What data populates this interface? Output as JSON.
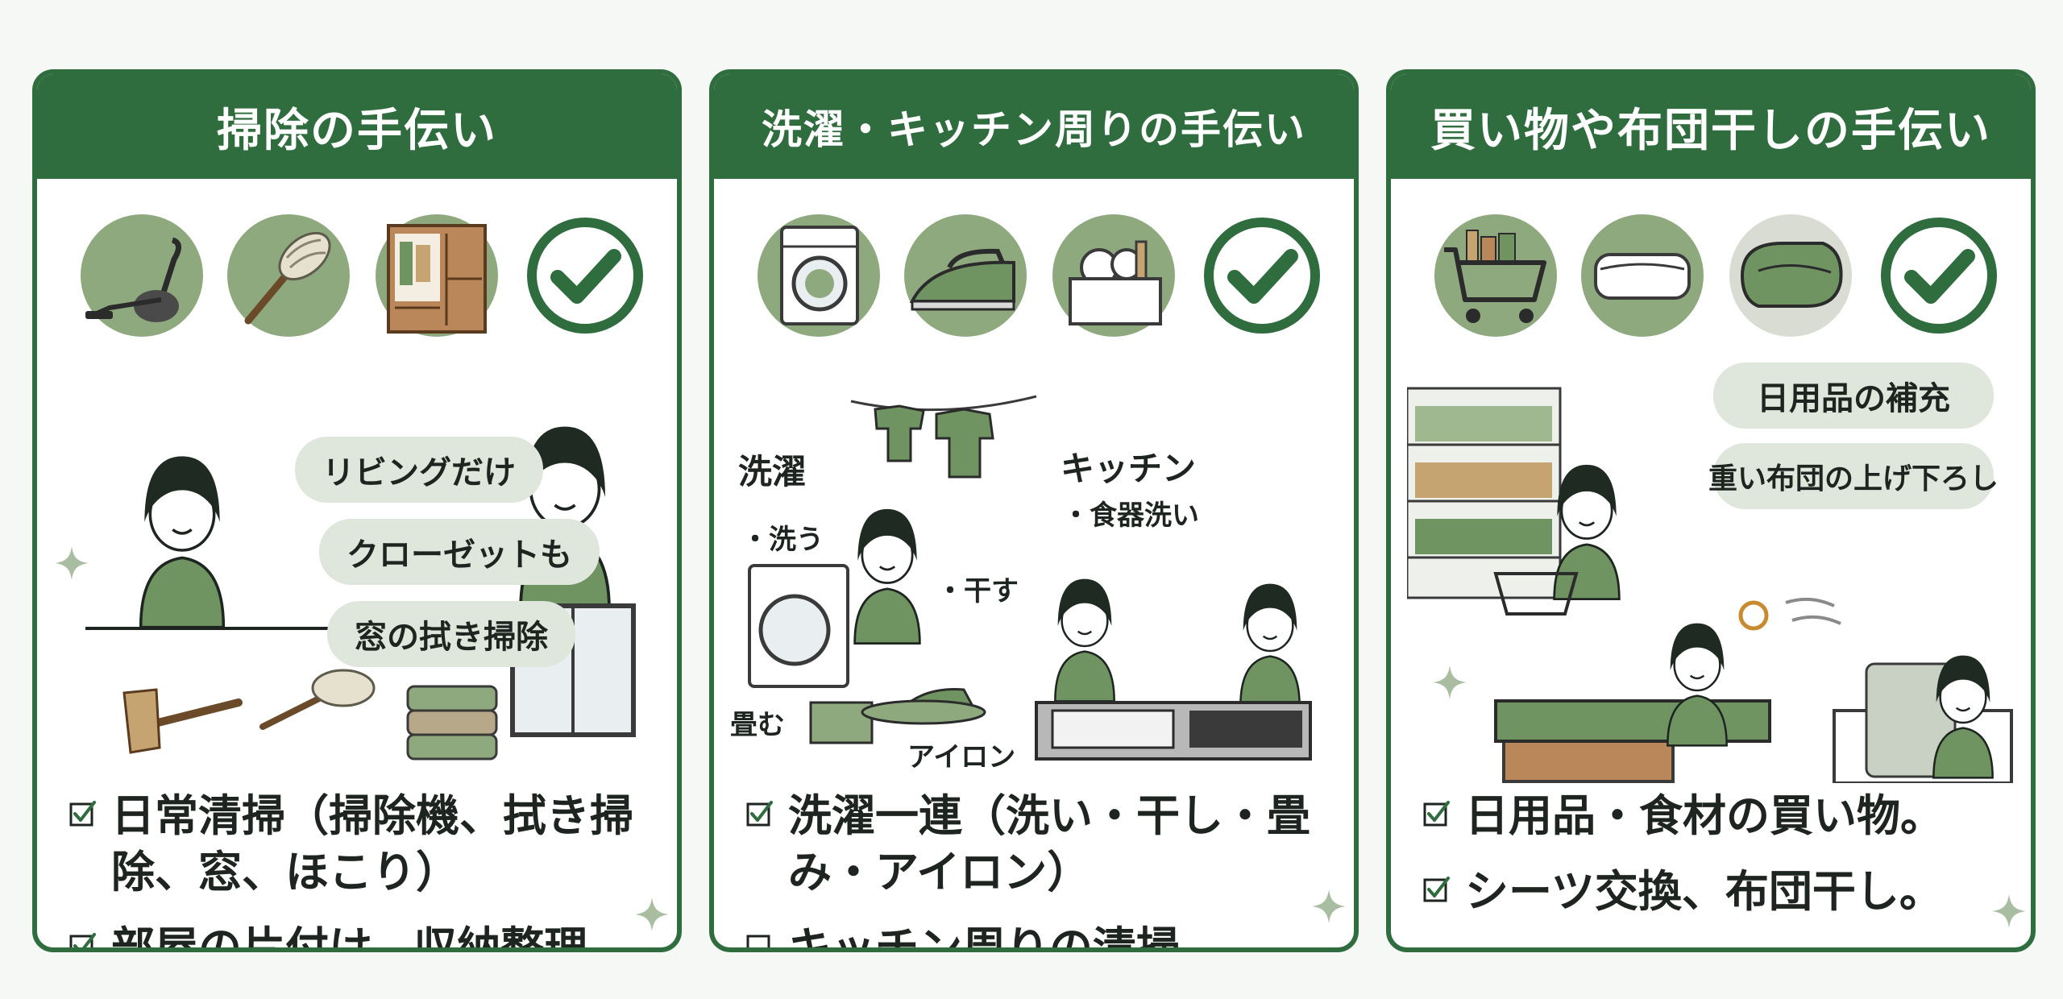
{
  "cards": [
    {
      "title": "掃除の手伝い",
      "icons": [
        "vacuum-cleaner-icon",
        "duster-icon",
        "wardrobe-icon",
        "check-icon"
      ],
      "bubbles": [
        "リビングだけ",
        "クローゼットも",
        "窓の拭き掃除"
      ],
      "items": [
        {
          "text": "日常清掃（掃除機、拭き掃除、窓、ほこり）",
          "checked": true
        },
        {
          "text": "部屋の片付け、収納整理。",
          "checked": true
        }
      ]
    },
    {
      "title": "洗濯・キッチン周りの手伝い",
      "icons": [
        "washing-machine-icon",
        "iron-icon",
        "dish-rack-icon",
        "check-icon"
      ],
      "labels": {
        "laundry": "洗濯",
        "wash": "・洗う",
        "dry": "・干す",
        "fold": "畳む",
        "iron": "アイロン",
        "kitchen": "キッチン",
        "dishes": "・食器洗い"
      },
      "items": [
        {
          "text": "洗濯一連（洗い・干し・畳み・アイロン）",
          "checked": true
        },
        {
          "text": "キッチン周りの清掃。",
          "checked": false
        }
      ]
    },
    {
      "title": "買い物や布団干しの手伝い",
      "icons": [
        "shopping-cart-icon",
        "folded-towel-icon",
        "futon-icon",
        "check-icon"
      ],
      "bubbles": [
        "日用品の補充",
        "重い布団の上げ下ろし"
      ],
      "items": [
        {
          "text": "日用品・食材の買い物。",
          "checked": true
        },
        {
          "text": "シーツ交換、布団干し。",
          "checked": true
        }
      ]
    }
  ],
  "colors": {
    "brand_green": "#2f6d3f",
    "icon_circle": "#8fa97e",
    "illustration_green": "#6f9462",
    "bubble_bg": "#dfe6dc"
  }
}
